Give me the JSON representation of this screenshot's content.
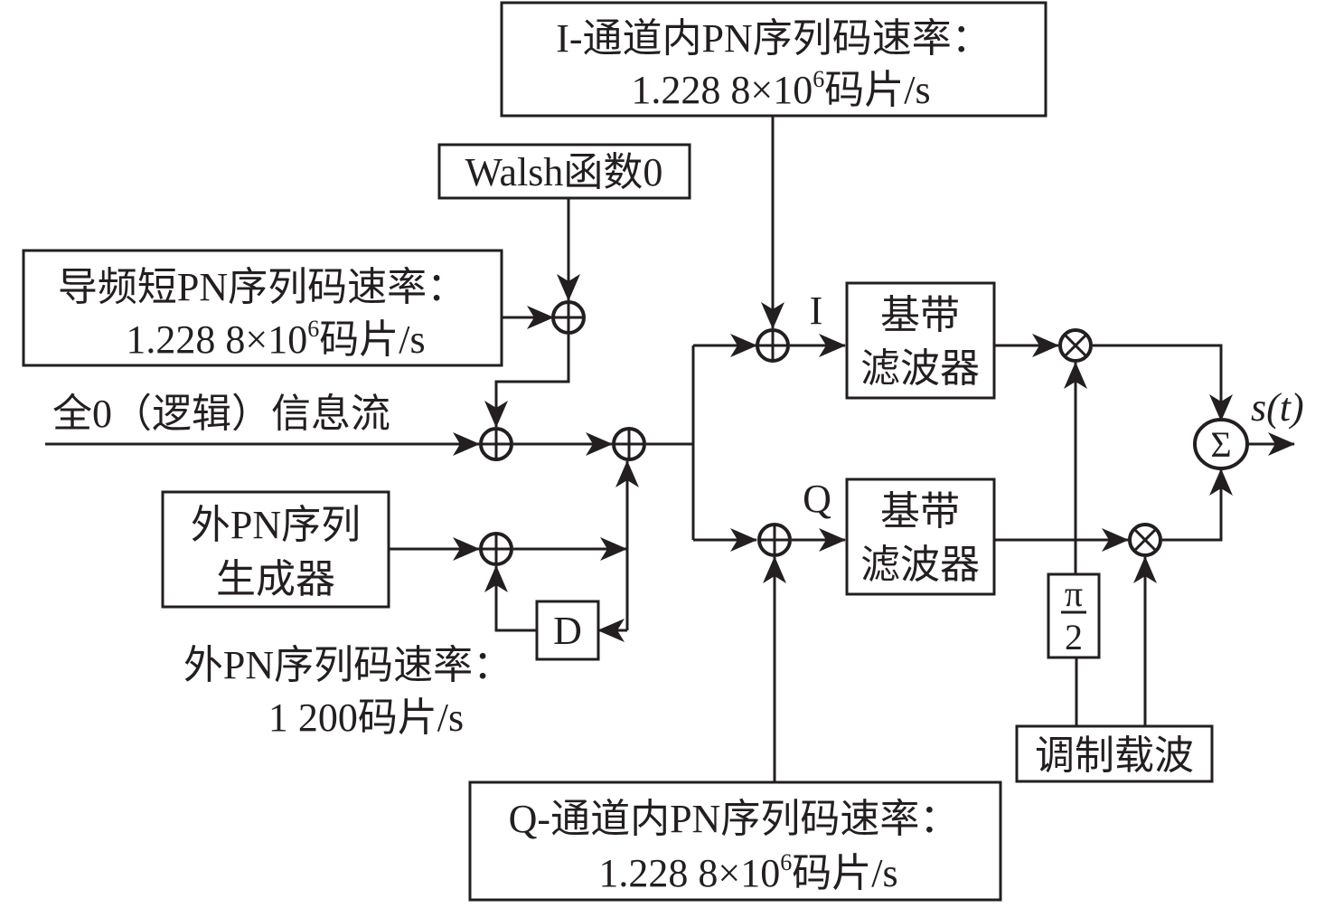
{
  "diagram": {
    "colors": {
      "ink": "#231f20",
      "background": "#ffffff"
    },
    "blocks": {
      "i_pn": {
        "line1": "I-通道内PN序列码速率：",
        "line2a": "1.228 8×10",
        "line2sup": "6",
        "line2b": "码片/s"
      },
      "q_pn": {
        "line1": "Q-通道内PN序列码速率：",
        "line2a": "1.228 8×10",
        "line2sup": "6",
        "line2b": "码片/s"
      },
      "walsh": {
        "label": "Walsh函数0"
      },
      "pilot_pn": {
        "line1": "导频短PN序列码速率：",
        "line2a": "1.228 8×10",
        "line2sup": "6",
        "line2b": "码片/s"
      },
      "outer_pn_gen": {
        "line1": "外PN序列",
        "line2": "生成器"
      },
      "delay": {
        "label": "D"
      },
      "filter_i": {
        "line1": "基带",
        "line2": "滤波器"
      },
      "filter_q": {
        "line1": "基带",
        "line2": "滤波器"
      },
      "phase_shift": {
        "num": "π",
        "den": "2"
      },
      "carrier": {
        "label": "调制载波"
      }
    },
    "labels": {
      "input_stream": "全0（逻辑）信息流",
      "outer_rate_line1": "外PN序列码速率：",
      "outer_rate_line2": "1 200码片/s",
      "i_branch": "I",
      "q_branch": "Q",
      "output": "s(t)"
    },
    "operators": {
      "xor_symbol": "⊕",
      "multiply_symbol": "⊗",
      "sum_symbol": "Σ"
    }
  }
}
